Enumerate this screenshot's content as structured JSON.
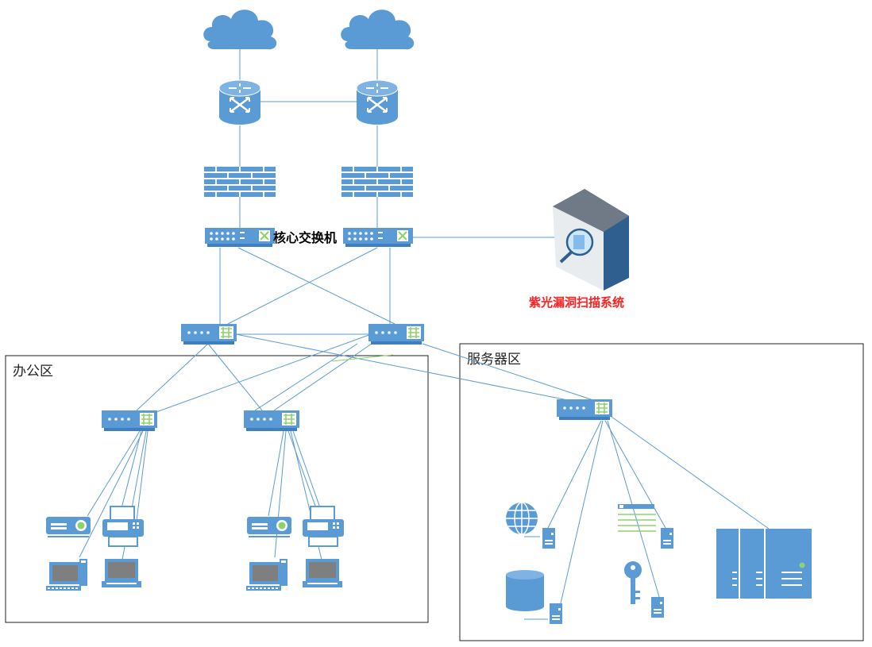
{
  "labels": {
    "core_switch": "核心交换机",
    "scanner": "紫光漏洞扫描系统",
    "office_zone": "办公区",
    "server_zone": "服务器区"
  },
  "colors": {
    "device_blue": "#5b9bd5",
    "line_blue": "#5b9bd5",
    "scanner_red": "#ff2020",
    "accent_green": "#8fd16a"
  },
  "devices": [
    {
      "name": "cloud-icon",
      "count": 2
    },
    {
      "name": "router-icon",
      "count": 2
    },
    {
      "name": "firewall-icon",
      "count": 2
    },
    {
      "name": "core-switch-icon",
      "count": 2
    },
    {
      "name": "vulnerability-scanner-icon",
      "count": 1
    },
    {
      "name": "aggregation-switch-icon",
      "count": 2
    },
    {
      "name": "access-switch-icon",
      "count": 3
    },
    {
      "name": "projector-icon",
      "count": 2
    },
    {
      "name": "fax-printer-icon",
      "count": 2
    },
    {
      "name": "desktop-pc-icon",
      "count": 2
    },
    {
      "name": "laptop-icon",
      "count": 2
    },
    {
      "name": "web-server-icon",
      "count": 1
    },
    {
      "name": "database-server-icon",
      "count": 1
    },
    {
      "name": "application-server-icon",
      "count": 1
    },
    {
      "name": "auth-server-icon",
      "count": 1
    },
    {
      "name": "server-rack-icon",
      "count": 1
    }
  ]
}
